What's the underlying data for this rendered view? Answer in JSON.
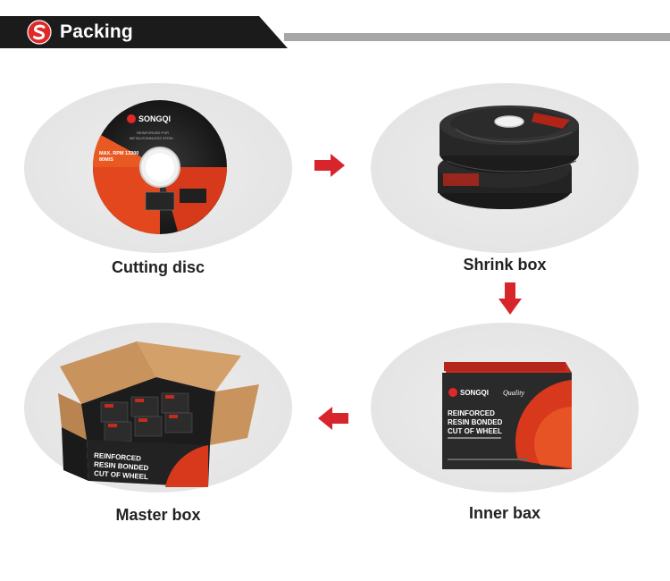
{
  "header": {
    "title": "Packing",
    "colors": {
      "bar": "#1b1b1b",
      "accent": "#e02828",
      "line": "#a7a7a7"
    }
  },
  "steps": [
    {
      "caption": "Cutting disc"
    },
    {
      "caption": "Shrink box"
    },
    {
      "caption": "Inner bax"
    },
    {
      "caption": "Master box"
    }
  ],
  "arrows": [
    "arrow-right-icon",
    "arrow-down-icon",
    "arrow-left-icon"
  ],
  "product_text": {
    "brand": "SONGQI",
    "disc_line1": "REINFORCED FOR",
    "disc_line2": "METAL/STAINLESS STEEL",
    "disc_speed": "MAX. RPM 13300",
    "disc_speed2": "80M/S",
    "box_title": "REINFORCED RESIN BONDED CUT OF WHEEL",
    "box_title_l1": "REINFORCED",
    "box_title_l2": "RESIN BONDED",
    "box_title_l3": "CUT OF WHEEL",
    "quality": "Quality"
  }
}
